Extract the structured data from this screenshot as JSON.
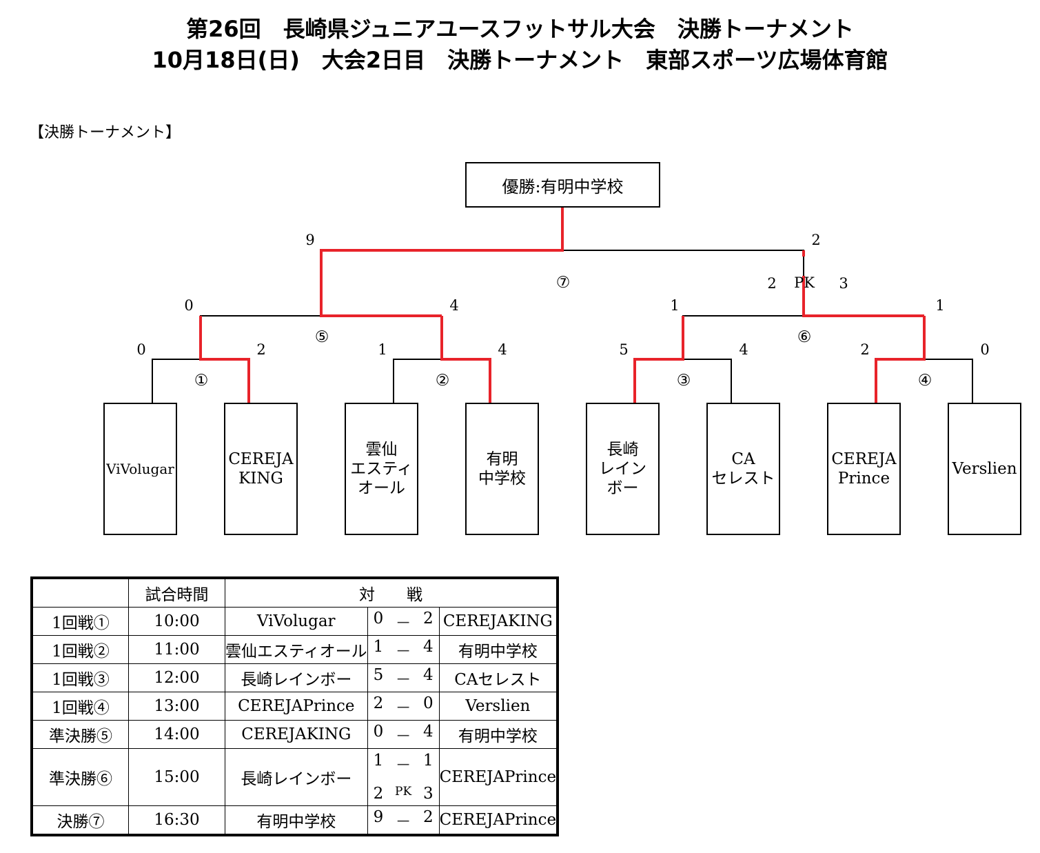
{
  "header": {
    "title_line1": "第26回　長崎県ジュニアユースフットサル大会　決勝トーナメント",
    "title_line2": "10月18日(日)　大会2日目　決勝トーナメント　東部スポーツ広場体育館",
    "section_label": "【決勝トーナメント】"
  },
  "bracket": {
    "winner": "優勝:有明中学校",
    "teams": [
      {
        "line1": "ViVolugar",
        "line2": "",
        "line3": ""
      },
      {
        "line1": "CEREJA",
        "line2": "KING",
        "line3": ""
      },
      {
        "line1": "雲仙",
        "line2": "エスティ",
        "line3": "オール"
      },
      {
        "line1": "有明",
        "line2": "中学校",
        "line3": ""
      },
      {
        "line1": "長崎",
        "line2": "レイン",
        "line3": "ボー"
      },
      {
        "line1": "CA",
        "line2": "セレスト",
        "line3": ""
      },
      {
        "line1": "CEREJA",
        "line2": "Prince",
        "line3": ""
      },
      {
        "line1": "Verslien",
        "line2": "",
        "line3": ""
      }
    ],
    "match_labels": [
      "①",
      "②",
      "③",
      "④",
      "⑤",
      "⑥",
      "⑦"
    ],
    "r1_scores": [
      "0",
      "2",
      "1",
      "4",
      "5",
      "4",
      "2",
      "0"
    ],
    "sf_scores": [
      "0",
      "4",
      "1",
      "1"
    ],
    "final_scores": [
      "9",
      "2"
    ],
    "pk": {
      "left": "2",
      "label": "PK",
      "right": "3"
    },
    "highlight_color": "#e8232a",
    "line_color": "#000000"
  },
  "table": {
    "headers": {
      "round": "",
      "time": "試合時間",
      "match": "対　　戦"
    },
    "dash": "－",
    "rows": [
      {
        "round": "1回戦①",
        "time": "10:00",
        "home": "ViVolugar",
        "hs": "0",
        "as": "2",
        "away": "CEREJAKING"
      },
      {
        "round": "1回戦②",
        "time": "11:00",
        "home": "雲仙エスティオール",
        "hs": "1",
        "as": "4",
        "away": "有明中学校"
      },
      {
        "round": "1回戦③",
        "time": "12:00",
        "home": "長崎レインボー",
        "hs": "5",
        "as": "4",
        "away": "CAセレスト"
      },
      {
        "round": "1回戦④",
        "time": "13:00",
        "home": "CEREJAPrince",
        "hs": "2",
        "as": "0",
        "away": "Verslien"
      },
      {
        "round": "準決勝⑤",
        "time": "14:00",
        "home": "CEREJAKING",
        "hs": "0",
        "as": "4",
        "away": "有明中学校"
      },
      {
        "round": "準決勝⑥",
        "time": "15:00",
        "home": "長崎レインボー",
        "hs": "1",
        "as": "1",
        "pk_hs": "2",
        "pk_label": "PK",
        "pk_as": "3",
        "away": "CEREJAPrince"
      },
      {
        "round": "決勝⑦",
        "time": "16:30",
        "home": "有明中学校",
        "hs": "9",
        "as": "2",
        "away": "CEREJAPrince"
      }
    ]
  }
}
